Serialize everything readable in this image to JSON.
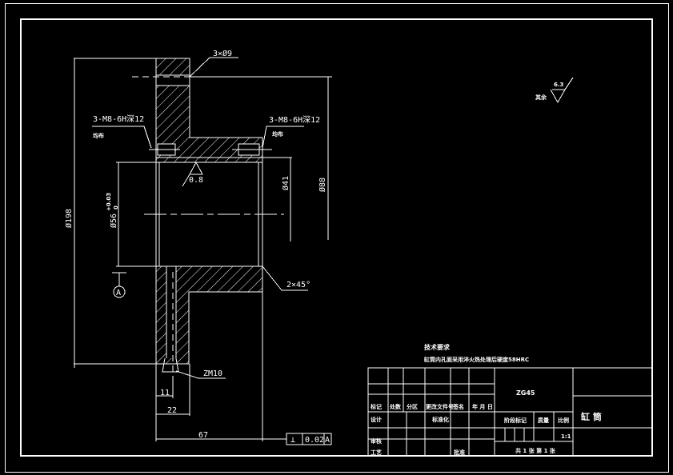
{
  "drawing": {
    "part_name": "缸 筒",
    "material": "ZG45",
    "scale_label": "比例",
    "scale": "1:1",
    "sheet_info": "共 1 张  第 1 张",
    "weight_label": "质量",
    "stage_mark_label": "阶段标记"
  },
  "annotations": {
    "holes_top": "3×Ø9",
    "thread_left": "3-M8-6H深12",
    "thread_left_note": "均布",
    "thread_right": "3-M8-6H深12",
    "thread_right_note": "均布",
    "roughness_inner": "0.8",
    "dia_outer": "Ø198",
    "dia_bore": "Ø56",
    "dia_bore_tol_upper": "+0.03",
    "dia_bore_tol_lower": "0",
    "dia_41": "Ø41",
    "dia_88": "Ø88",
    "chamfer": "2×45°",
    "plug": "ZM10",
    "dim_11": "11",
    "dim_22": "22",
    "dim_67": "67",
    "datum": "A",
    "gdt_symbol": "⊥",
    "gdt_value": "0.02",
    "gdt_datum": "A",
    "roughness_rest_label": "其余",
    "roughness_rest_value": "6.3"
  },
  "tech_requirements": {
    "title": "技术要求",
    "line1": "缸筒内孔面采用淬火热处理后硬度58HRC"
  },
  "title_block": {
    "headers": [
      "标记",
      "处数",
      "分区",
      "更改文件号",
      "签名",
      "年 月 日"
    ],
    "row_design": [
      "设计",
      "",
      "",
      "标准化",
      "",
      ""
    ],
    "row_review": [
      "审核",
      "",
      "",
      "",
      "",
      ""
    ],
    "row_process": [
      "工艺",
      "",
      "",
      "",
      "批准",
      ""
    ]
  }
}
